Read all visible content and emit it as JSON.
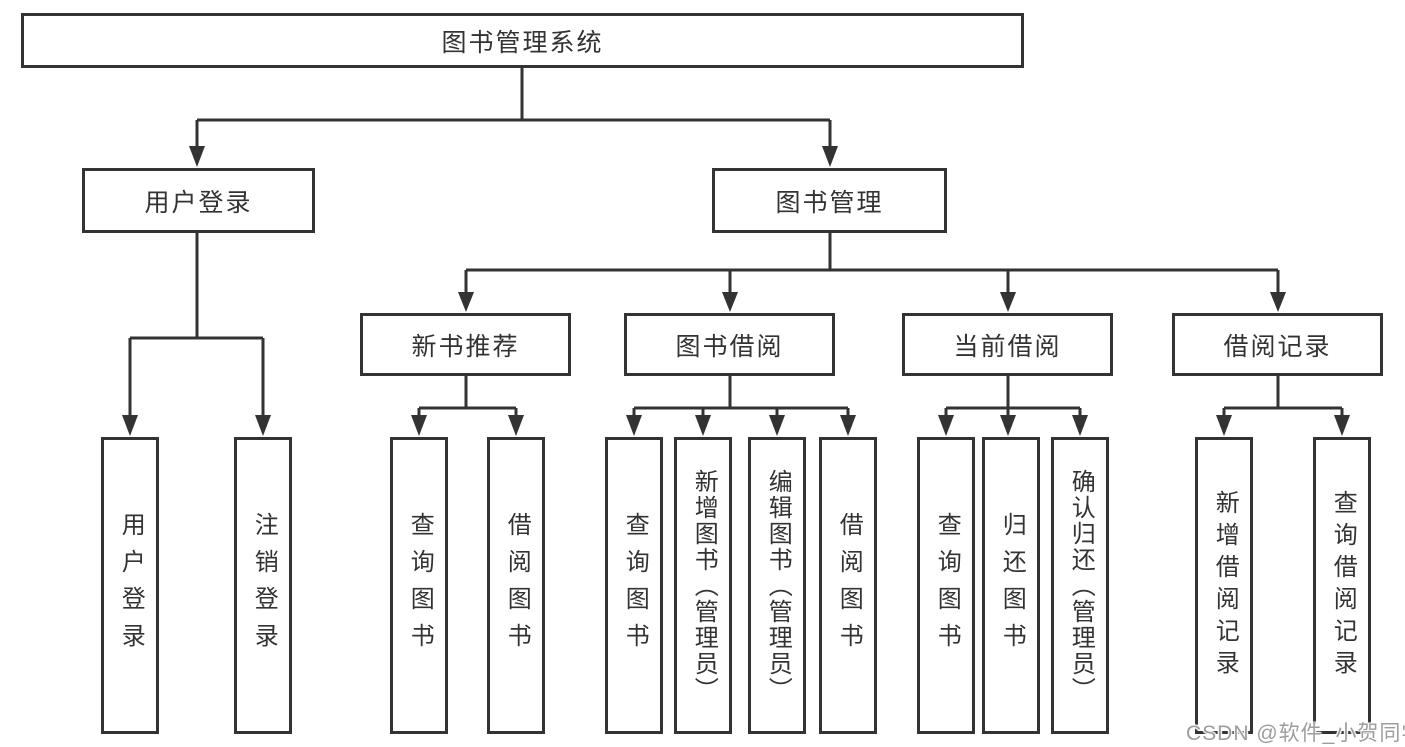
{
  "tree": {
    "title": "图书管理系统",
    "branches": [
      {
        "label": "用户登录",
        "children": [
          {
            "label": "用户登录"
          },
          {
            "label": "注销登录"
          }
        ]
      },
      {
        "label": "图书管理",
        "children": [
          {
            "label": "新书推荐",
            "children": [
              {
                "label": "查询图书"
              },
              {
                "label": "借阅图书"
              }
            ]
          },
          {
            "label": "图书借阅",
            "children": [
              {
                "label": "查询图书"
              },
              {
                "label": "新增图书（管理员）"
              },
              {
                "label": "编辑图书（管理员）"
              },
              {
                "label": "借阅图书"
              }
            ]
          },
          {
            "label": "当前借阅",
            "children": [
              {
                "label": "查询图书"
              },
              {
                "label": "归还图书"
              },
              {
                "label": "确认归还（管理员）"
              }
            ]
          },
          {
            "label": "借阅记录",
            "children": [
              {
                "label": "新增借阅记录"
              },
              {
                "label": "查询借阅记录"
              }
            ]
          }
        ]
      }
    ]
  },
  "watermark": "CSDN @软件_小贺同学",
  "colors": {
    "line": "#333333",
    "border": "#333333",
    "text": "#333333",
    "background": "#ffffff",
    "watermark": "#9d9d9d"
  }
}
